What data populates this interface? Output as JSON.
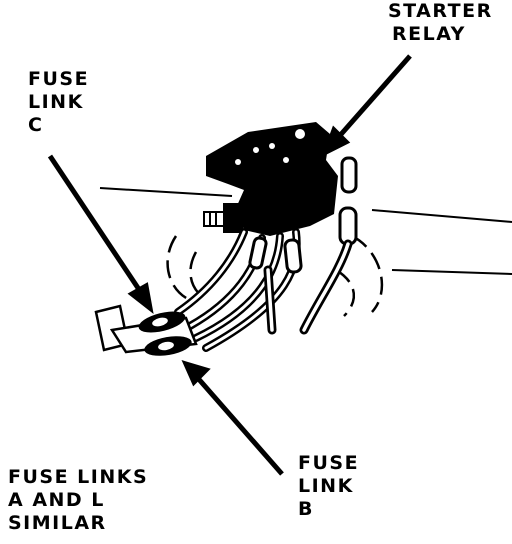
{
  "labels": {
    "starter_relay": [
      "STARTER",
      "RELAY"
    ],
    "fuse_link_c": [
      "FUSE",
      "LINK",
      "C"
    ],
    "fuse_link_b": [
      "FUSE",
      "LINK",
      "B"
    ],
    "fuse_links_a_l": [
      "FUSE LINKS",
      "A AND L",
      "SIMILAR"
    ]
  },
  "colors": {
    "ink": "#000000",
    "paper": "#ffffff"
  }
}
